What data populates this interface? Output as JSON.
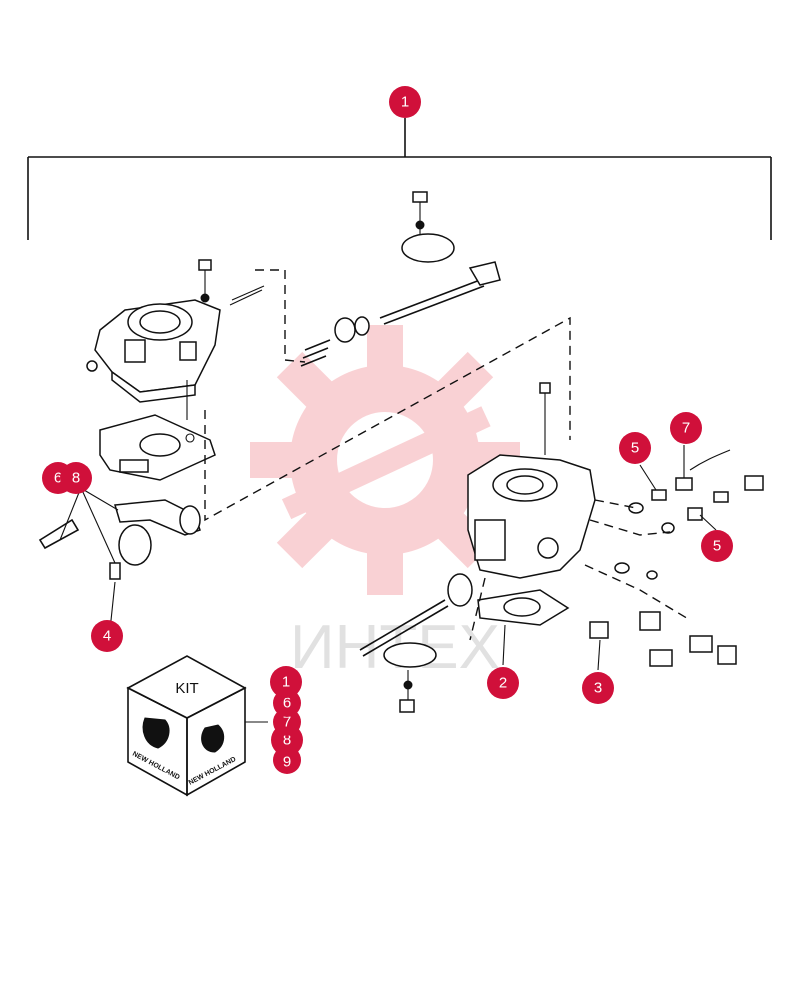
{
  "watermark": {
    "text": "ИНТЕХ",
    "color": "#e8343f"
  },
  "callout_color": "#d0103a",
  "callouts": [
    {
      "id": "c1-top",
      "label": "1"
    },
    {
      "id": "c2",
      "label": "2"
    },
    {
      "id": "c3",
      "label": "3"
    },
    {
      "id": "c4",
      "label": "4"
    },
    {
      "id": "c5-a",
      "label": "5"
    },
    {
      "id": "c5-b",
      "label": "5"
    },
    {
      "id": "c6",
      "label": "6"
    },
    {
      "id": "c7",
      "label": "7"
    },
    {
      "id": "c8",
      "label": "8"
    }
  ],
  "kit": {
    "label": "KIT",
    "brand_left": "NEW HOLLAND",
    "brand_right": "NEW HOLLAND",
    "items": [
      "1",
      "6",
      "7",
      "8",
      "9"
    ]
  }
}
